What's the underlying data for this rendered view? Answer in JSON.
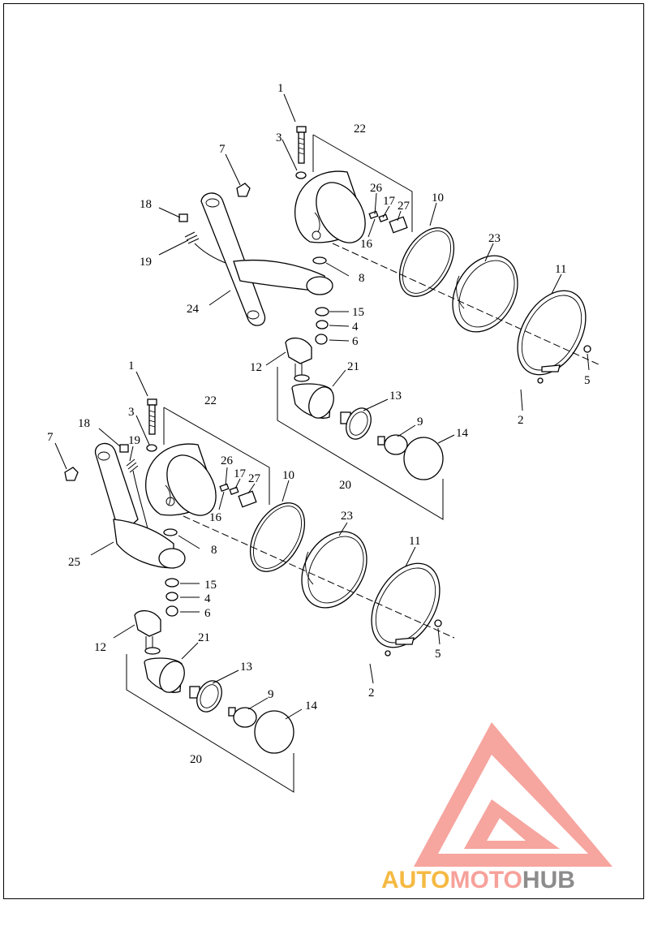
{
  "callouts": [
    {
      "id": "c1a",
      "text": "1"
    },
    {
      "id": "c3a",
      "text": "3"
    },
    {
      "id": "c22a",
      "text": "22"
    },
    {
      "id": "c7a",
      "text": "7"
    },
    {
      "id": "c18a",
      "text": "18"
    },
    {
      "id": "c19a",
      "text": "19"
    },
    {
      "id": "c26a",
      "text": "26"
    },
    {
      "id": "c17a",
      "text": "17"
    },
    {
      "id": "c27a",
      "text": "27"
    },
    {
      "id": "c16a",
      "text": "16"
    },
    {
      "id": "c10a",
      "text": "10"
    },
    {
      "id": "c23a",
      "text": "23"
    },
    {
      "id": "c11a",
      "text": "11"
    },
    {
      "id": "c8a",
      "text": "8"
    },
    {
      "id": "c24a",
      "text": "24"
    },
    {
      "id": "c15a",
      "text": "15"
    },
    {
      "id": "c4a",
      "text": "4"
    },
    {
      "id": "c6a",
      "text": "6"
    },
    {
      "id": "c12a",
      "text": "12"
    },
    {
      "id": "c21a",
      "text": "21"
    },
    {
      "id": "c5a",
      "text": "5"
    },
    {
      "id": "c2a",
      "text": "2"
    },
    {
      "id": "c13a",
      "text": "13"
    },
    {
      "id": "c9a",
      "text": "9"
    },
    {
      "id": "c14a",
      "text": "14"
    },
    {
      "id": "c20a",
      "text": "20"
    },
    {
      "id": "c1b",
      "text": "1"
    },
    {
      "id": "c3b",
      "text": "3"
    },
    {
      "id": "c22b",
      "text": "22"
    },
    {
      "id": "c18b",
      "text": "18"
    },
    {
      "id": "c7b",
      "text": "7"
    },
    {
      "id": "c19b",
      "text": "19"
    },
    {
      "id": "c26b",
      "text": "26"
    },
    {
      "id": "c17b",
      "text": "17"
    },
    {
      "id": "c27b",
      "text": "27"
    },
    {
      "id": "c16b",
      "text": "16"
    },
    {
      "id": "c10b",
      "text": "10"
    },
    {
      "id": "c23b",
      "text": "23"
    },
    {
      "id": "c11b",
      "text": "11"
    },
    {
      "id": "c8b",
      "text": "8"
    },
    {
      "id": "c25b",
      "text": "25"
    },
    {
      "id": "c15b",
      "text": "15"
    },
    {
      "id": "c4b",
      "text": "4"
    },
    {
      "id": "c6b",
      "text": "6"
    },
    {
      "id": "c12b",
      "text": "12"
    },
    {
      "id": "c21b",
      "text": "21"
    },
    {
      "id": "c5b",
      "text": "5"
    },
    {
      "id": "c2b",
      "text": "2"
    },
    {
      "id": "c13b",
      "text": "13"
    },
    {
      "id": "c9b",
      "text": "9"
    },
    {
      "id": "c14b",
      "text": "14"
    },
    {
      "id": "c20b",
      "text": "20"
    }
  ],
  "watermark": {
    "part1": "AUTO",
    "part2": "MOTO",
    "part3": "HUB",
    "color_primary": "#f6a19a",
    "color_secondary": "#f5b942",
    "color_tertiary": "#8c8c8c"
  }
}
